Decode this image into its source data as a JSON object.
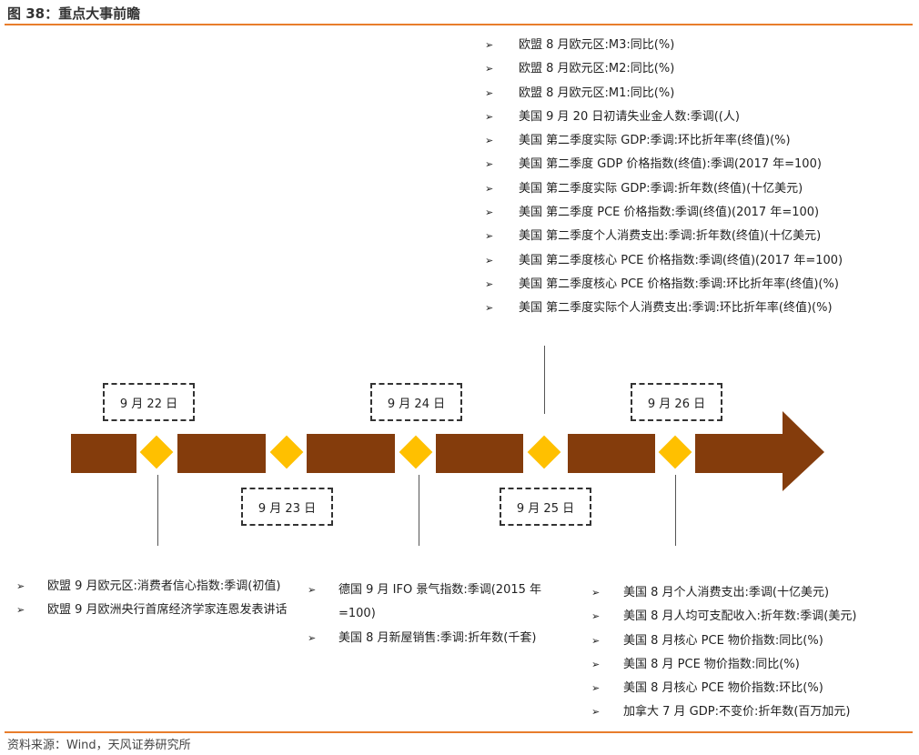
{
  "title": "图 38：重点大事前瞻",
  "source": "资料来源：Wind，天风证券研究所",
  "bullet": "➢",
  "dates": {
    "d22": "9 月 22 日",
    "d23": "9 月 23 日",
    "d24": "9 月 24 日",
    "d25": "9 月 25 日",
    "d26": "9 月 26 日"
  },
  "top_list": [
    "欧盟 8 月欧元区:M3:同比(%)",
    "欧盟 8 月欧元区:M2:同比(%)",
    "欧盟 8 月欧元区:M1:同比(%)",
    "美国 9 月 20 日初请失业金人数:季调((人)",
    "美国 第二季度实际 GDP:季调:环比折年率(终值)(%)",
    "美国 第二季度 GDP 价格指数(终值):季调(2017 年=100)",
    "美国 第二季度实际 GDP:季调:折年数(终值)(十亿美元)",
    "美国 第二季度 PCE 价格指数:季调(终值)(2017 年=100)",
    "美国 第二季度个人消费支出:季调:折年数(终值)(十亿美元)",
    "美国 第二季度核心 PCE 价格指数:季调(终值)(2017 年=100)",
    "美国 第二季度核心 PCE 价格指数:季调:环比折年率(终值)(%)",
    "美国 第二季度实际个人消费支出:季调:环比折年率(终值)(%)"
  ],
  "bottom_col1": [
    "欧盟 9 月欧元区:消费者信心指数:季调(初值)",
    "欧盟 9 月欧洲央行首席经济学家连恩发表讲话"
  ],
  "bottom_col2": [
    "德国 9 月 IFO 景气指数:季调(2015 年=100)",
    "美国 8 月新屋销售:季调:折年数(千套)"
  ],
  "bottom_col3": [
    "美国 8 月个人消费支出:季调(十亿美元)",
    "美国 8 月人均可支配收入:折年数:季调(美元)",
    "美国 8 月核心 PCE 物价指数:同比(%)",
    "美国 8 月 PCE 物价指数:同比(%)",
    "美国 8 月核心 PCE 物价指数:环比(%)",
    "加拿大 7 月 GDP:不变价:折年数(百万加元)"
  ]
}
